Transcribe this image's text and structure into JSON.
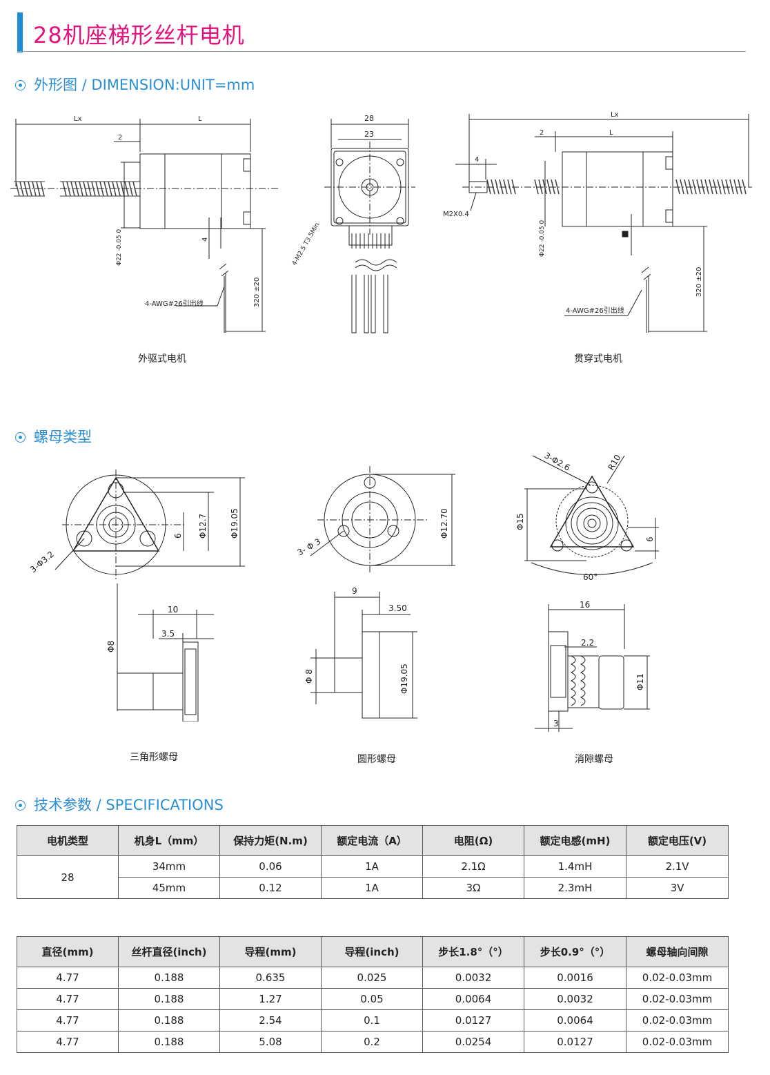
{
  "header": {
    "title": "28机座梯形丝杆电机"
  },
  "sections": {
    "dimension": "外形图 / DIMENSION:UNIT=mm",
    "nut_types": "螺母类型",
    "specifications": "技术参数 / SPECIFICATIONS"
  },
  "drawings": {
    "external": {
      "caption": "外驱式电机",
      "lx": "Lx",
      "l": "L",
      "two": "2",
      "dia": "Φ22 -0.05 0",
      "four": "4",
      "lead": "4-AWG#26引出线",
      "len": "320 ±20"
    },
    "front": {
      "w28": "28",
      "w23": "23",
      "screw": "4-M2.5 T3.5Min"
    },
    "through": {
      "caption": "贯穿式电机",
      "lx": "Lx",
      "l": "L",
      "two": "2",
      "four": "4",
      "thread": "M2X0.4",
      "dia": "Φ22 -0.05 0",
      "lead": "4-AWG#26引出线",
      "len": "320 ±20"
    },
    "triangle_nut": {
      "caption": "三角形螺母",
      "holes": "3-Φ3.2",
      "d1": "Φ12.7",
      "d2": "Φ19.05",
      "six": "6",
      "ten": "10",
      "three5": "3.5",
      "phi8": "Φ8"
    },
    "round_nut": {
      "caption": "圆形螺母",
      "holes": "3- Φ 3",
      "d1": "Φ12.70",
      "nine": "9",
      "w350": "3.50",
      "phi8": "Φ 8",
      "d2": "Φ19.05"
    },
    "anti_backlash_nut": {
      "caption": "消隙螺母",
      "holes": "3-Φ2.6",
      "r": "R10",
      "d15": "Φ15",
      "six": "6",
      "angle": "60°",
      "sixteen": "16",
      "two2": "2.2",
      "phi11": "Φ11",
      "three": "3"
    }
  },
  "table1": {
    "headers": [
      "电机类型",
      "机身L（mm）",
      "保持力矩(N.m)",
      "额定电流（A）",
      "电阻(Ω)",
      "额定电感(mH)",
      "额定电压(V)"
    ],
    "motor_type": "28",
    "rows": [
      [
        "34mm",
        "0.06",
        "1A",
        "2.1Ω",
        "1.4mH",
        "2.1V"
      ],
      [
        "45mm",
        "0.12",
        "1A",
        "3Ω",
        "2.3mH",
        "3V"
      ]
    ]
  },
  "table2": {
    "headers": [
      "直径(mm)",
      "丝杆直径(inch)",
      "导程(mm)",
      "导程(inch)",
      "步长1.8°（°）",
      "步长0.9°（°）",
      "螺母轴向间隙"
    ],
    "rows": [
      [
        "4.77",
        "0.188",
        "0.635",
        "0.025",
        "0.0032",
        "0.0016",
        "0.02-0.03mm"
      ],
      [
        "4.77",
        "0.188",
        "1.27",
        "0.05",
        "0.0064",
        "0.0032",
        "0.02-0.03mm"
      ],
      [
        "4.77",
        "0.188",
        "2.54",
        "0.1",
        "0.0127",
        "0.0064",
        "0.02-0.03mm"
      ],
      [
        "4.77",
        "0.188",
        "5.08",
        "0.2",
        "0.0254",
        "0.0127",
        "0.02-0.03mm"
      ]
    ]
  },
  "colors": {
    "title": "#e5127d",
    "accent": "#2a8fd4",
    "bar": "#1a8fd8"
  }
}
